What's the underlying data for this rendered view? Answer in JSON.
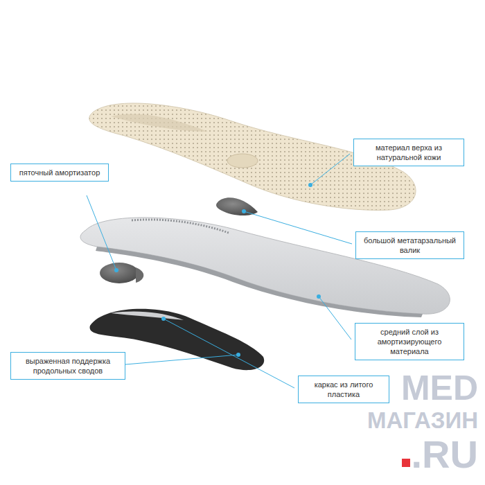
{
  "diagram": {
    "nodes": [
      {
        "text": [
          "материал верха из натуральной кожи"
        ]
      },
      {
        "text": [
          "пяточный амортизатор"
        ]
      },
      {
        "text": [
          "большой метатарзальный валик"
        ]
      },
      {
        "text": [
          "средний слой из амортизирующего материала"
        ]
      },
      {
        "text": [
          "выраженная поддержка продольных сводов"
        ]
      },
      {
        "text": [
          "каркас из литого пластика"
        ]
      }
    ],
    "labels": [
      "MED",
      "МАГАЗИН",
      ".RU"
    ]
  }
}
